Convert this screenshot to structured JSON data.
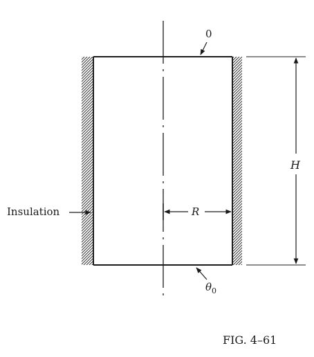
{
  "figure": {
    "label_top_temp": "0",
    "label_height": "H",
    "label_radius": "R",
    "label_insulation": "Insulation",
    "label_bottom_temp_main": "θ",
    "label_bottom_temp_sub": "0",
    "caption": "FIG. 4–61"
  },
  "colors": {
    "line": "#1a1a1a",
    "background": "#ffffff"
  }
}
